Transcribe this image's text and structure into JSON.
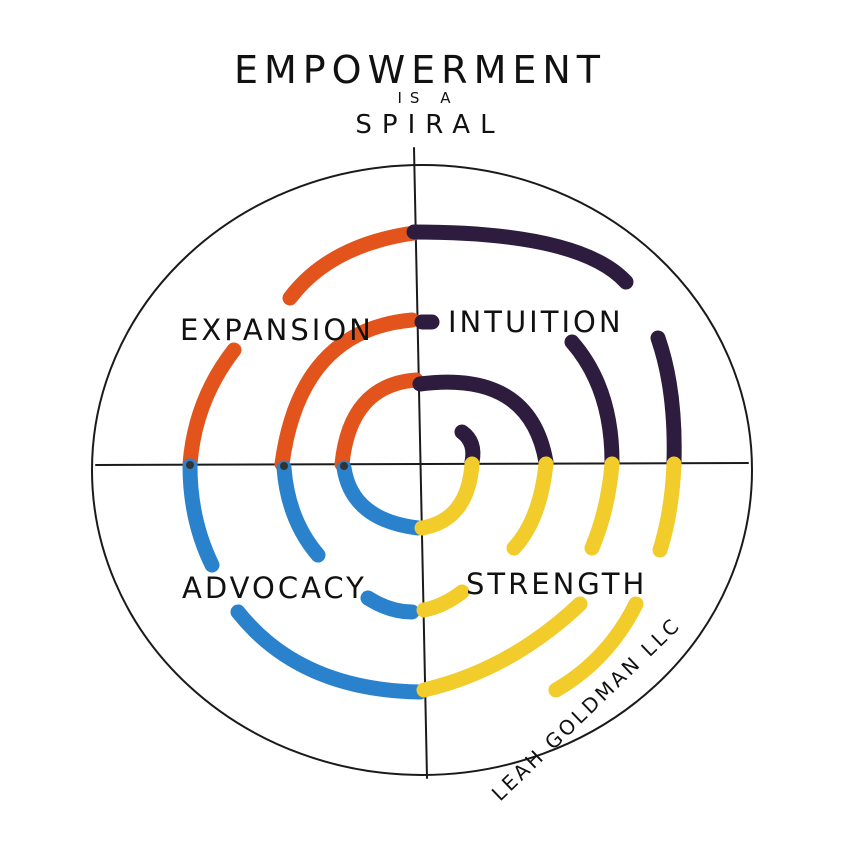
{
  "title": {
    "line1": "EMPOWERMENT",
    "line2": "IS A",
    "line3": "SPIRAL"
  },
  "quadrants": {
    "top_left": "EXPANSION",
    "top_right": "INTUITION",
    "bottom_left": "ADVOCACY",
    "bottom_right": "STRENGTH"
  },
  "signature": "LEAH GOLDMAN LLC",
  "colors": {
    "expansion": "#e2541c",
    "intuition": "#2e1c3e",
    "advocacy": "#2b82cc",
    "strength": "#f2cc2a",
    "ink": "#1a1a1a"
  }
}
